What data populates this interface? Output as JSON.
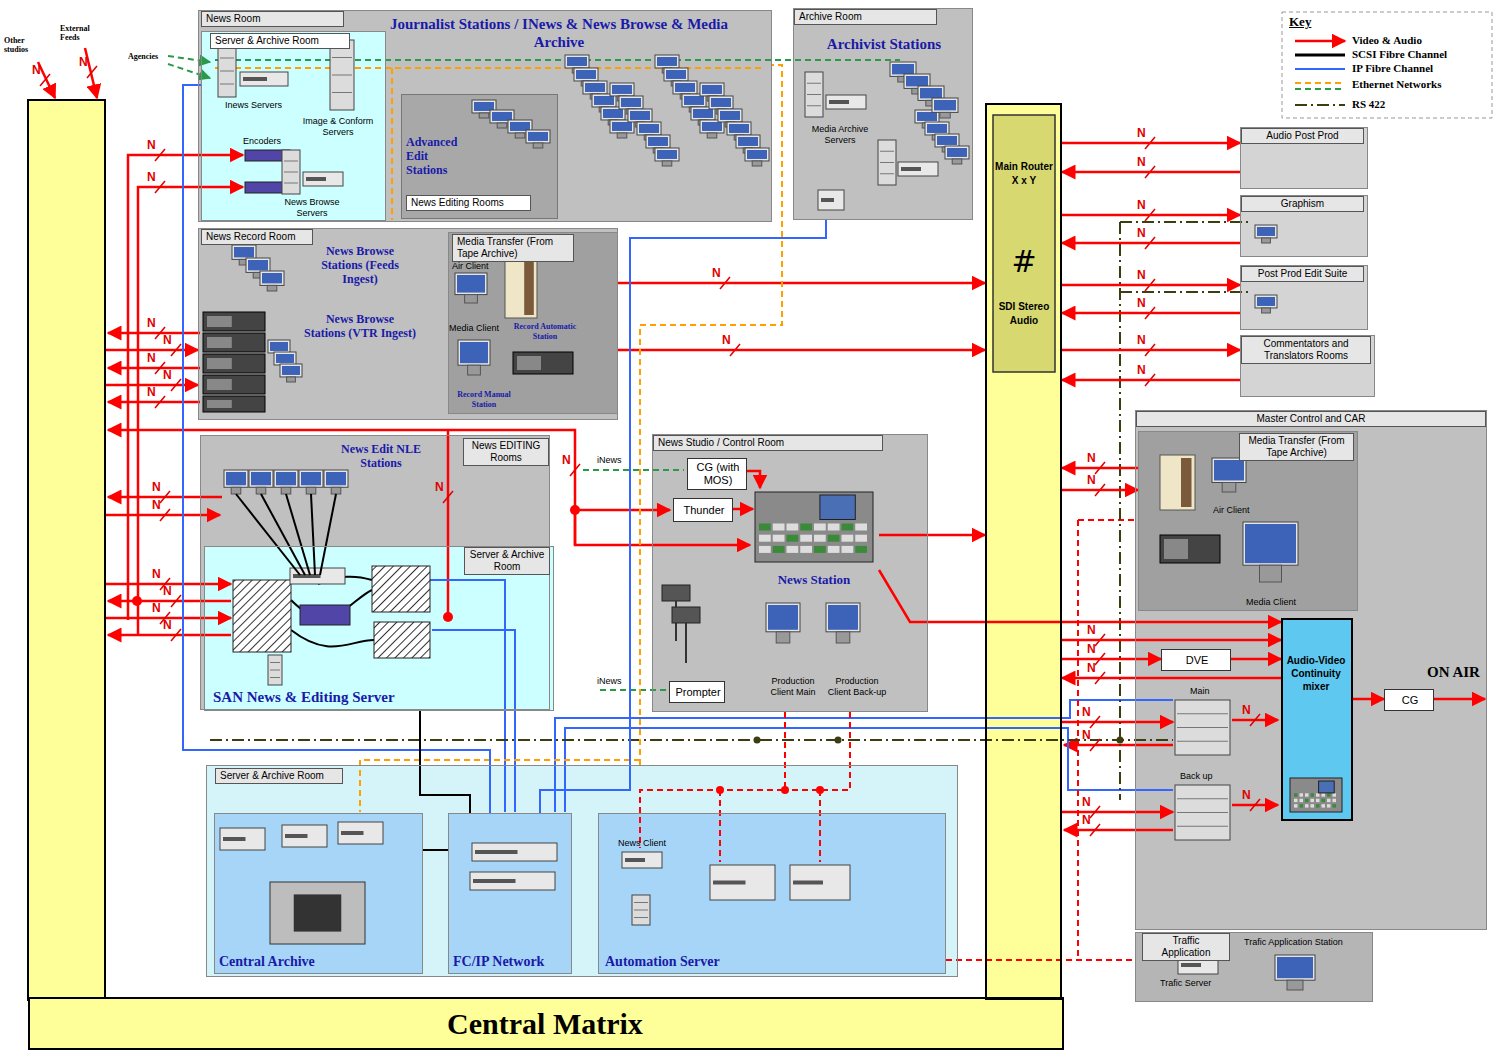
{
  "diagram": {
    "nodes": [
      {
        "text": [
          "News Room",
          "Journalist Stations / INews & News Browse & Media Archive"
        ]
      },
      {
        "text": [
          "Server & Archive Room"
        ],
        "in": 0
      },
      {
        "text": [
          "Advanced Edit Stations",
          "News Editing Rooms"
        ],
        "in": 0
      },
      {
        "text": [
          "Archive Room",
          "Archivist Stations"
        ]
      },
      {
        "text": [
          "News Record Room"
        ]
      },
      {
        "text": [
          "Media Transfer (From Tape Archive)"
        ],
        "in": 4
      },
      {
        "text": [
          "News Edit NLE Stations",
          "News EDITING Rooms"
        ]
      },
      {
        "text": [
          "Server & Archive Room",
          "SAN News & Editing Server"
        ],
        "in": 6
      },
      {
        "text": [
          "News Studio / Control Room"
        ]
      },
      {
        "text": [
          "CG (with MOS)"
        ],
        "in": 8
      },
      {
        "text": [
          "Thunder"
        ],
        "in": 8
      },
      {
        "text": [
          "News Station"
        ],
        "in": 8
      },
      {
        "text": [
          "Prompter"
        ],
        "in": 8
      },
      {
        "text": [
          "Server & Archive Room"
        ]
      },
      {
        "text": [
          "Central Archive"
        ],
        "in": 13
      },
      {
        "text": [
          "FC/IP Network"
        ],
        "in": 13
      },
      {
        "text": [
          "Automation Server"
        ],
        "in": 13
      },
      {
        "text": [
          "Central Matrix"
        ]
      },
      {
        "text": [
          "Main Router X x Y",
          "#",
          "SDI Stereo Audio"
        ]
      },
      {
        "text": [
          "Audio Post Prod"
        ]
      },
      {
        "text": [
          "Graphism"
        ]
      },
      {
        "text": [
          "Post Prod Edit Suite"
        ]
      },
      {
        "text": [
          "Commentators and Translators Rooms"
        ]
      },
      {
        "text": [
          "Master Control and CAR"
        ]
      },
      {
        "text": [
          "Media Transfer (From Tape Archive)"
        ],
        "in": 23
      },
      {
        "text": [
          "DVE"
        ],
        "in": 23
      },
      {
        "text": [
          "Audio-Video Continuity mixer"
        ],
        "in": 23
      },
      {
        "text": [
          "CG"
        ],
        "in": 23
      },
      {
        "text": [
          "Traffic Application",
          "Trafic Application Station"
        ]
      }
    ],
    "edges": [
      {
        "from": 5,
        "to": 18,
        "arrow": "to"
      },
      {
        "from": 5,
        "to": 18,
        "arrow": "to"
      },
      {
        "from": 18,
        "to": 19,
        "arrow": "to"
      },
      {
        "from": 19,
        "to": 18,
        "arrow": "to"
      },
      {
        "from": 18,
        "to": 20,
        "arrow": "to"
      },
      {
        "from": 20,
        "to": 18,
        "arrow": "to"
      },
      {
        "from": 18,
        "to": 21,
        "arrow": "to"
      },
      {
        "from": 21,
        "to": 18,
        "arrow": "to"
      },
      {
        "from": 18,
        "to": 22,
        "arrow": "to"
      },
      {
        "from": 22,
        "to": 18,
        "arrow": "to"
      },
      {
        "from": 10,
        "to": 11,
        "arrow": "to"
      },
      {
        "from": 9,
        "to": 11,
        "arrow": "to"
      },
      {
        "from": 11,
        "to": 18,
        "arrow": "to"
      },
      {
        "from": 11,
        "to": 26,
        "arrow": "to"
      },
      {
        "from": 25,
        "to": 26,
        "arrow": "to"
      },
      {
        "from": 26,
        "to": 27,
        "arrow": "to"
      },
      {
        "from": 24,
        "to": 18,
        "arrow": "to"
      },
      {
        "from": 18,
        "to": 24,
        "arrow": "to"
      },
      {
        "from": 18,
        "to": 26,
        "arrow": "to"
      },
      {
        "from": 18,
        "to": 25,
        "arrow": "to"
      },
      {
        "from": 26,
        "to": 18,
        "arrow": "to"
      },
      {
        "from": 1,
        "to": 15,
        "arrow": "none"
      },
      {
        "from": 3,
        "to": 15,
        "arrow": "none"
      },
      {
        "from": 7,
        "to": 15,
        "arrow": "none"
      },
      {
        "from": 14,
        "to": 15,
        "arrow": "none"
      },
      {
        "from": 16,
        "to": 28,
        "arrow": "none"
      },
      {
        "from": 13,
        "to": 0,
        "arrow": "none"
      }
    ],
    "labels": [
      "Other studios",
      "External Feeds",
      "Agencies",
      "Inews Servers",
      "Image & Conform Servers",
      "Encoders",
      "News Browse Servers",
      "Media Archive Servers",
      "News Browse Stations (Feeds Ingest)",
      "News Browse Stations (VTR Ingest)",
      "Air Client",
      "Media Client",
      "Record Automatic Station",
      "Record Manual Station",
      "iNews",
      "iNews",
      "Production Client Main",
      "Production Client Back-up",
      "News Client",
      "Air Client",
      "Media Client",
      "Main",
      "Back up",
      "ON AIR",
      "Trafic Server",
      "Key",
      "N",
      "N",
      "N",
      "N",
      "N",
      "N",
      "N",
      "N",
      "N",
      "N",
      "N",
      "N",
      "N",
      "N",
      "N",
      "N",
      "N",
      "N",
      "N",
      "N",
      "N",
      "N",
      "N",
      "N",
      "N",
      "N",
      "N",
      "N",
      "N",
      "N",
      "N",
      "N",
      "N",
      "N",
      "N",
      "N",
      "N",
      "N"
    ],
    "legend": [
      {
        "text": "Video & Audio"
      },
      {
        "text": "SCSI Fibre Channel"
      },
      {
        "text": "IP Fibre Channel"
      },
      {
        "text": "Ethernet Networks"
      },
      {
        "text": "RS 422"
      }
    ]
  }
}
